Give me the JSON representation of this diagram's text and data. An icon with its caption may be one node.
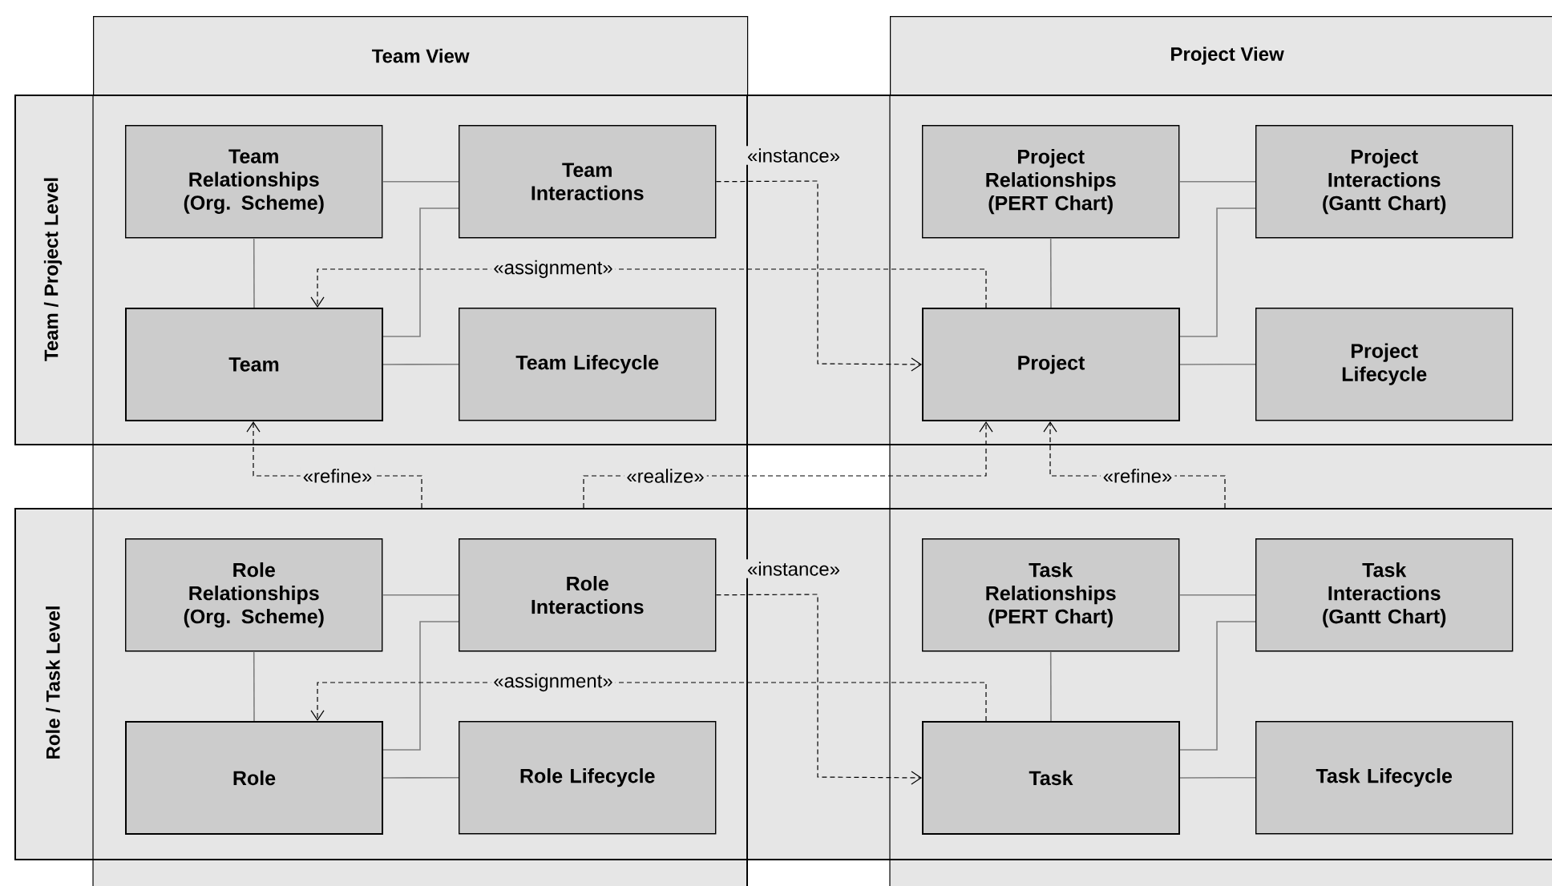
{
  "diagram": {
    "nodes": [
      {
        "text": [
          "Team View"
        ]
      },
      {
        "text": [
          "Project View"
        ]
      },
      {
        "text": [
          "Team / Project Level"
        ]
      },
      {
        "text": [
          "Role / Task Level"
        ]
      },
      {
        "text": [
          "Team Relationships (Org. Scheme)"
        ],
        "in": 2
      },
      {
        "text": [
          "Team Interactions"
        ],
        "in": 2
      },
      {
        "text": [
          "Team"
        ],
        "in": 2
      },
      {
        "text": [
          "Team Lifecycle"
        ],
        "in": 2
      },
      {
        "text": [
          "Project Relationships (PERT Chart)"
        ],
        "in": 2
      },
      {
        "text": [
          "Project Interactions (Gantt Chart)"
        ],
        "in": 2
      },
      {
        "text": [
          "Project"
        ],
        "in": 2
      },
      {
        "text": [
          "Project Lifecycle"
        ],
        "in": 2
      },
      {
        "text": [
          "Role Relationships (Org. Scheme)"
        ],
        "in": 3
      },
      {
        "text": [
          "Role Interactions"
        ],
        "in": 3
      },
      {
        "text": [
          "Role"
        ],
        "in": 3
      },
      {
        "text": [
          "Role Lifecycle"
        ],
        "in": 3
      },
      {
        "text": [
          "Task Relationships (PERT Chart)"
        ],
        "in": 3
      },
      {
        "text": [
          "Task Interactions (Gantt Chart)"
        ],
        "in": 3
      },
      {
        "text": [
          "Task"
        ],
        "in": 3
      },
      {
        "text": [
          "Task Lifecycle"
        ],
        "in": 3
      }
    ],
    "edges": [
      {
        "from": 4,
        "to": 5,
        "arrow": "none"
      },
      {
        "from": 4,
        "to": 6,
        "arrow": "none"
      },
      {
        "from": 6,
        "to": 5,
        "arrow": "none"
      },
      {
        "from": 6,
        "to": 7,
        "arrow": "none"
      },
      {
        "from": 8,
        "to": 9,
        "arrow": "none"
      },
      {
        "from": 8,
        "to": 10,
        "arrow": "none"
      },
      {
        "from": 10,
        "to": 9,
        "arrow": "none"
      },
      {
        "from": 10,
        "to": 11,
        "arrow": "none"
      },
      {
        "from": 12,
        "to": 13,
        "arrow": "none"
      },
      {
        "from": 12,
        "to": 14,
        "arrow": "none"
      },
      {
        "from": 14,
        "to": 13,
        "arrow": "none"
      },
      {
        "from": 14,
        "to": 15,
        "arrow": "none"
      },
      {
        "from": 16,
        "to": 17,
        "arrow": "none"
      },
      {
        "from": 16,
        "to": 18,
        "arrow": "none"
      },
      {
        "from": 18,
        "to": 17,
        "arrow": "none"
      },
      {
        "from": 18,
        "to": 19,
        "arrow": "none"
      },
      {
        "from": 5,
        "to": 10,
        "arrow": "to",
        "label": "«instance»",
        "style": "dashed",
        "color": "#000000"
      },
      {
        "from": 10,
        "to": 6,
        "arrow": "to",
        "label": "«assignment»",
        "style": "dashed",
        "color": "#000000"
      },
      {
        "from": 13,
        "to": 18,
        "arrow": "to",
        "label": "«instance»",
        "style": "dashed",
        "color": "#000000"
      },
      {
        "from": 18,
        "to": 14,
        "arrow": "to",
        "label": "«assignment»",
        "style": "dashed",
        "color": "#000000"
      },
      {
        "from": 3,
        "to": 6,
        "arrow": "to",
        "label": "«refine»",
        "style": "dashed",
        "color": "#000000"
      },
      {
        "from": 3,
        "to": 10,
        "arrow": "to",
        "label": "«realize»",
        "style": "dashed",
        "color": "#000000"
      },
      {
        "from": 3,
        "to": 10,
        "arrow": "to",
        "label": "«refine»",
        "style": "dashed",
        "color": "#000000"
      }
    ]
  }
}
